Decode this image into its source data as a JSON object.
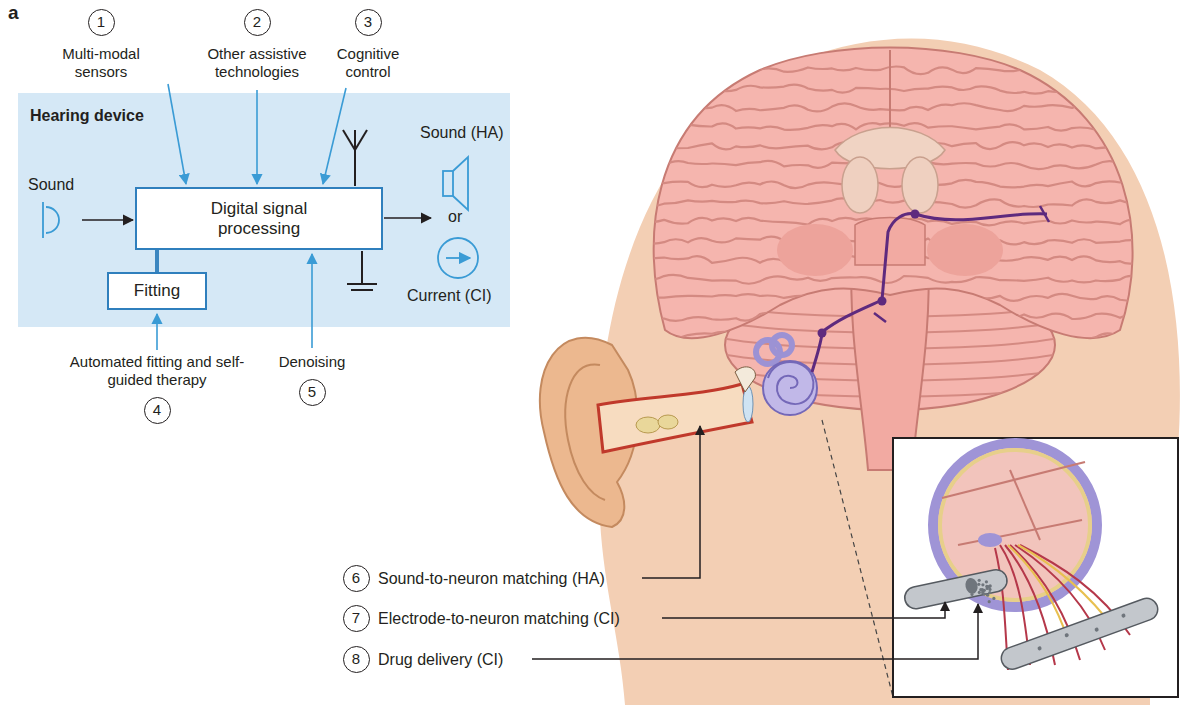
{
  "diagram": {
    "nodes": [
      {
        "text": [
          "Hearing device"
        ]
      },
      {
        "text": [
          "Digital signal processing"
        ],
        "in": 0
      },
      {
        "text": [
          "Fitting"
        ],
        "in": 0
      }
    ],
    "edges": [
      {
        "from": 2,
        "to": 1,
        "arrow": "none"
      }
    ],
    "labels": [
      "a",
      "1",
      "Multi-modal sensors",
      "2",
      "Other assistive technologies",
      "3",
      "Cognitive control",
      "Sound",
      "Sound (HA)",
      "or",
      "Current (CI)",
      "Automated fitting and self-guided therapy",
      "4",
      "Denoising",
      "5",
      "6",
      "Sound-to-neuron matching (HA)",
      "7",
      "Electrode-to-neuron matching (CI)",
      "8",
      "Drug delivery (CI)"
    ]
  }
}
